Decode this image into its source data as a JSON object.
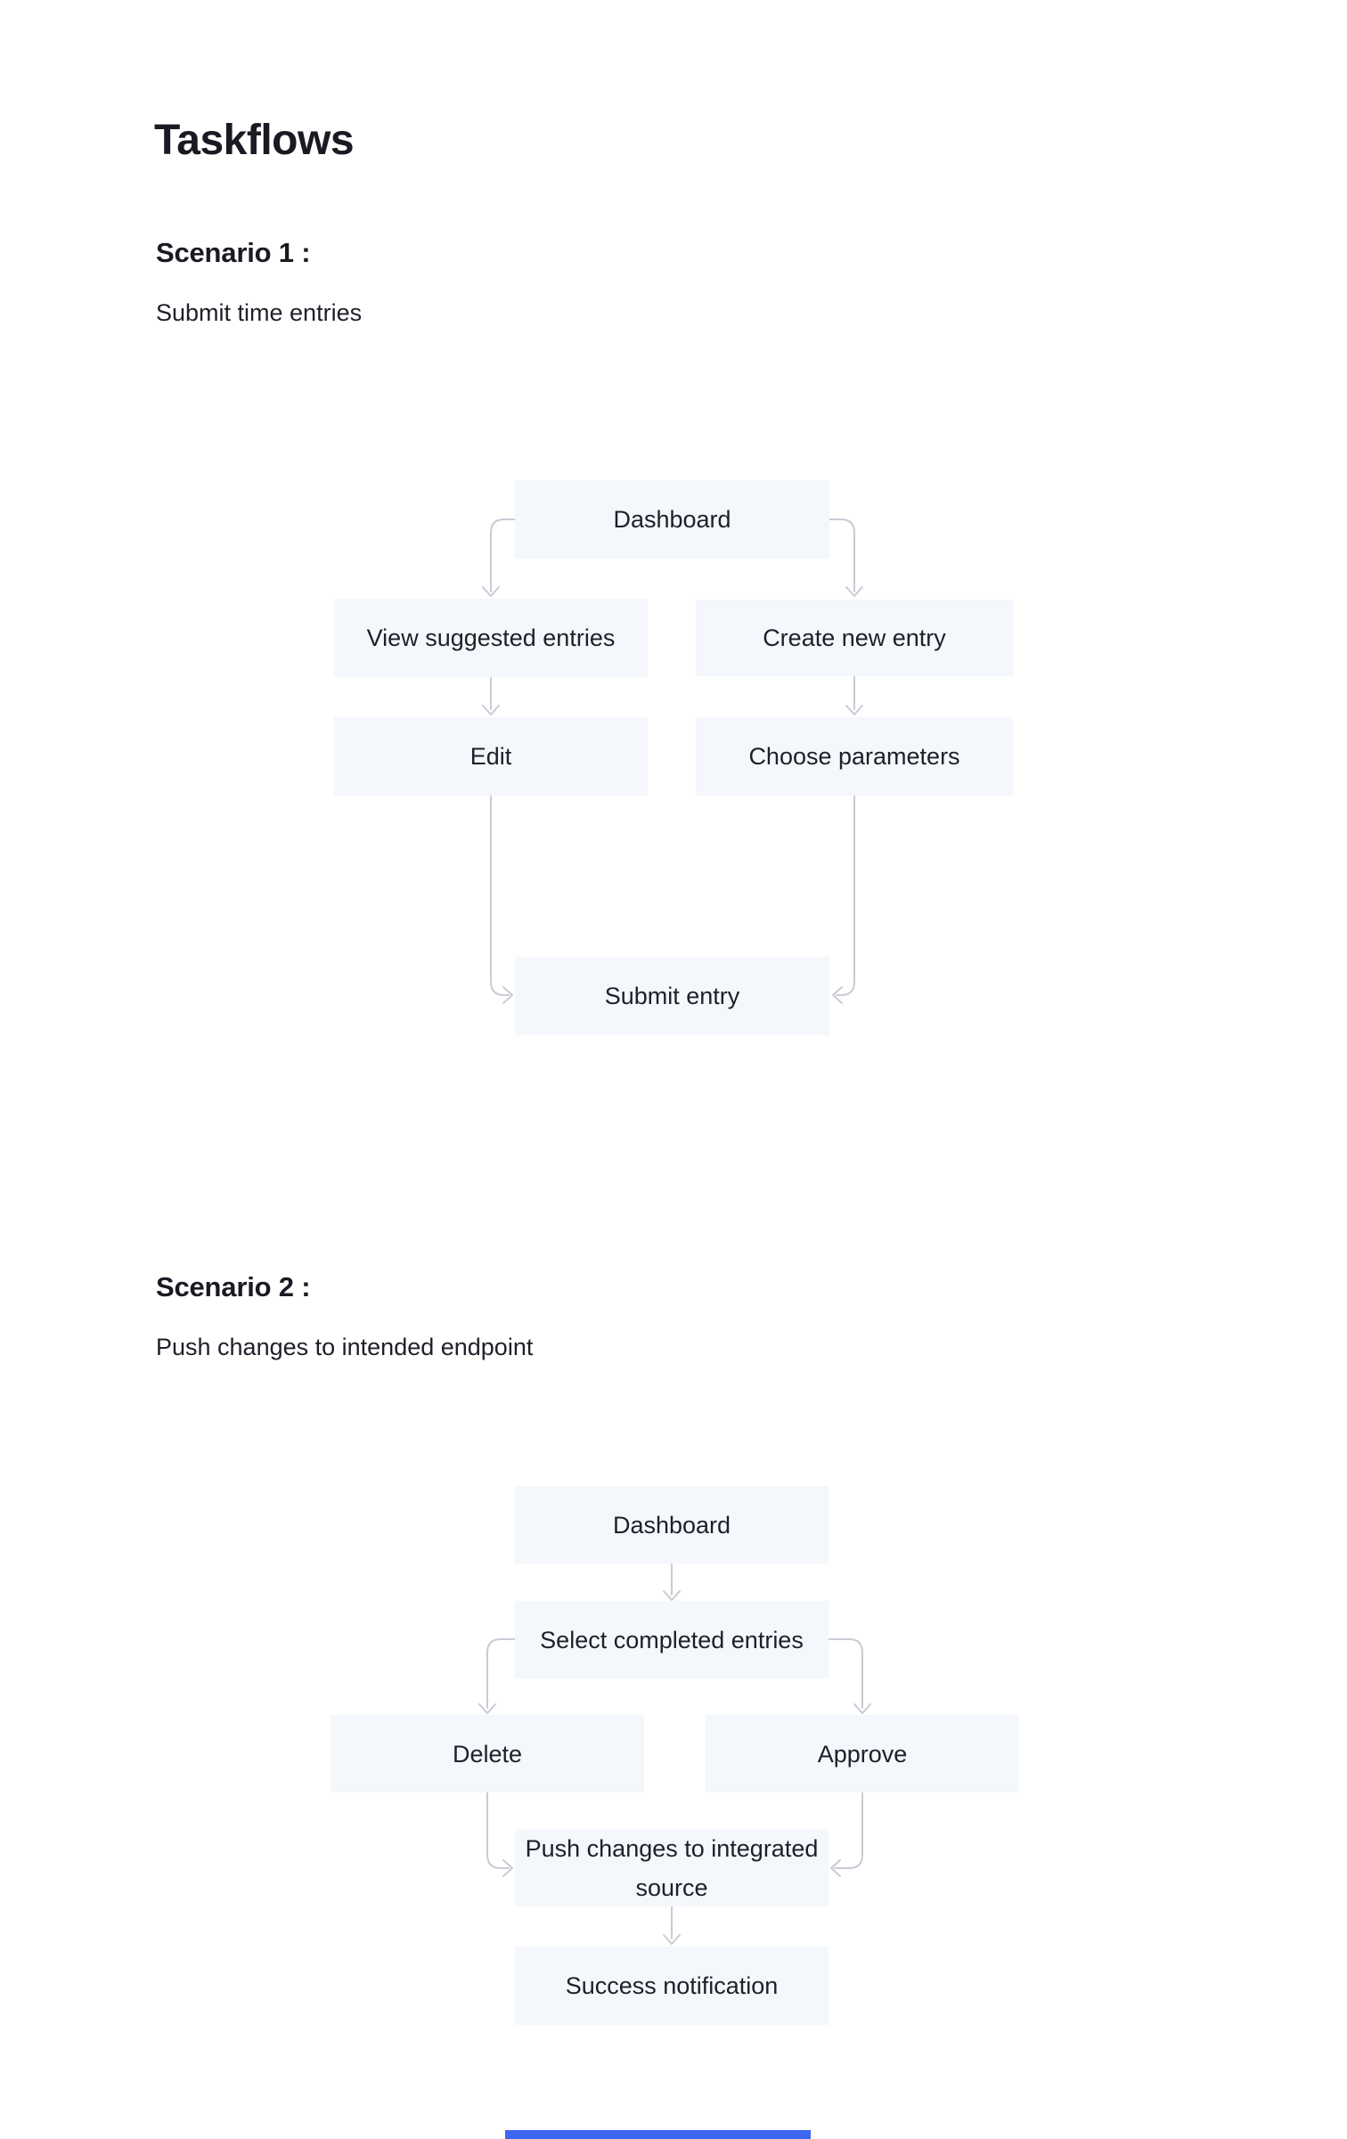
{
  "page": {
    "title": "Taskflows"
  },
  "colors": {
    "node_fill": "#f4f7fb",
    "node_text": "#1e2029",
    "heading_text": "#191a23",
    "arrow": "#c9cbd6",
    "accent_bar": "#3c66f3"
  },
  "scenarios": [
    {
      "heading": "Scenario 1 :",
      "subtitle": "Submit time entries",
      "nodes": {
        "dashboard": "Dashboard",
        "view_suggested": "View suggested entries",
        "create_new": "Create new entry",
        "edit": "Edit",
        "choose_params": "Choose parameters",
        "submit": "Submit entry"
      },
      "edges": [
        "Dashboard → View suggested entries",
        "Dashboard → Create new entry",
        "View suggested entries → Edit",
        "Create new entry → Choose parameters",
        "Edit → Submit entry",
        "Choose parameters → Submit entry"
      ]
    },
    {
      "heading": "Scenario 2 :",
      "subtitle": "Push changes to intended endpoint",
      "nodes": {
        "dashboard": "Dashboard",
        "select_completed": "Select completed entries",
        "delete": "Delete",
        "approve": "Approve",
        "push_changes": "Push changes to integrated source",
        "success": "Success notification"
      },
      "edges": [
        "Dashboard → Select completed entries",
        "Select completed entries → Delete",
        "Select completed entries → Approve",
        "Delete → Push changes to integrated source",
        "Approve → Push changes to integrated source",
        "Push changes to integrated source → Success notification"
      ]
    }
  ]
}
